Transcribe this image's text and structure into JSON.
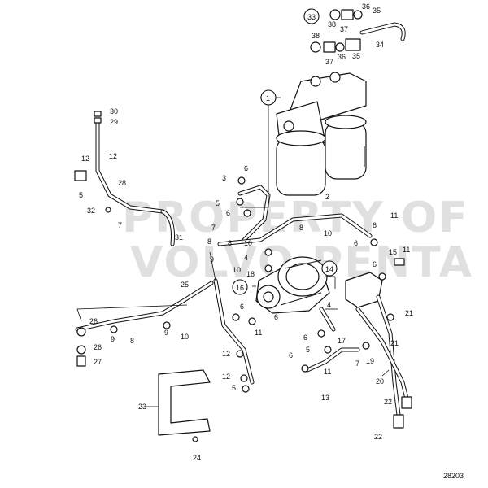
{
  "watermark": {
    "line1": "PROPERTY OF",
    "line2": "VOLVO PENTA"
  },
  "drawing_number": "28203",
  "callouts_circled": [
    "1",
    "33",
    "14",
    "16"
  ],
  "callouts": [
    "30",
    "29",
    "12",
    "12",
    "5",
    "28",
    "32",
    "7",
    "31",
    "3",
    "6",
    "5",
    "7",
    "8",
    "2",
    "11",
    "6",
    "6",
    "10",
    "8",
    "15",
    "11",
    "6",
    "9",
    "18",
    "10",
    "25",
    "26",
    "9",
    "8",
    "9",
    "10",
    "6",
    "11",
    "4",
    "6",
    "26",
    "27",
    "21",
    "6",
    "5",
    "17",
    "6",
    "11",
    "7",
    "19",
    "21",
    "12",
    "12",
    "5",
    "23",
    "13",
    "20",
    "22",
    "22",
    "24",
    "38",
    "37",
    "36",
    "35",
    "38",
    "37",
    "36",
    "35",
    "34",
    "6",
    "8",
    "10",
    "4"
  ]
}
